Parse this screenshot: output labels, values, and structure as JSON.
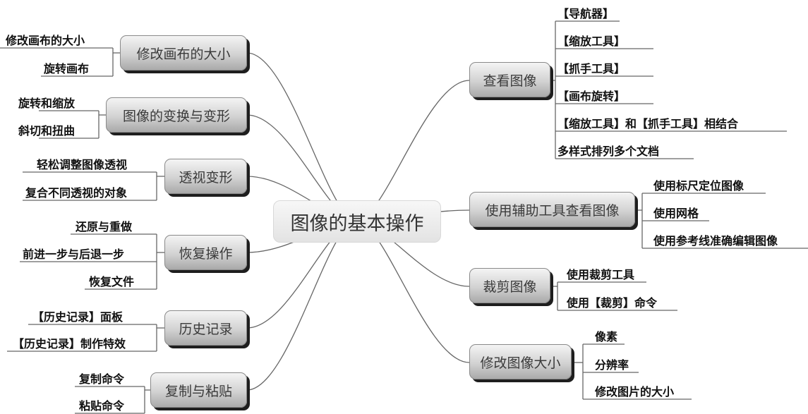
{
  "center": "图像的基本操作",
  "left_branches": [
    {
      "label": "修改画布的大小",
      "children": [
        "修改画布的大小",
        "旋转画布"
      ]
    },
    {
      "label": "图像的变换与变形",
      "children": [
        "旋转和缩放",
        "斜切和扭曲"
      ]
    },
    {
      "label": "透视变形",
      "children": [
        "轻松调整图像透视",
        "复合不同透视的对象"
      ]
    },
    {
      "label": "恢复操作",
      "children": [
        "还原与重做",
        "前进一步与后退一步",
        "恢复文件"
      ]
    },
    {
      "label": "历史记录",
      "children": [
        "【历史记录】面板",
        "【历史记录】制作特效"
      ]
    },
    {
      "label": "复制与粘贴",
      "children": [
        "复制命令",
        "粘贴命令"
      ]
    }
  ],
  "right_branches": [
    {
      "label": "查看图像",
      "children": [
        "【导航器】",
        "【缩放工具】",
        "【抓手工具】",
        "【画布旋转】",
        "【缩放工具】和【抓手工具】相结合",
        "多样式排列多个文档"
      ]
    },
    {
      "label": "使用辅助工具查看图像",
      "children": [
        "使用标尺定位图像",
        "使用网格",
        "使用参考线准确编辑图像"
      ]
    },
    {
      "label": "裁剪图像",
      "children": [
        "使用裁剪工具",
        "使用【裁剪】命令"
      ]
    },
    {
      "label": "修改图像大小",
      "children": [
        "像素",
        "分辨率",
        "修改图片的大小"
      ]
    }
  ]
}
